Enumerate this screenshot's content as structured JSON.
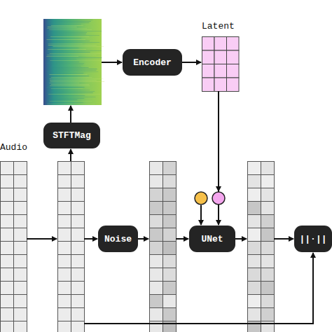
{
  "diagram": {
    "nodes": [
      {
        "text": [
          "Encoder"
        ]
      },
      {
        "text": [
          "Latent"
        ]
      },
      {
        "text": [
          "STFTMag"
        ]
      },
      {
        "text": [
          "Audio"
        ]
      },
      {
        "text": [
          "Noise"
        ]
      },
      {
        "text": [
          "UNet"
        ]
      },
      {
        "text": [
          "||·||"
        ]
      }
    ],
    "edges": [
      {
        "from": 0,
        "to": 1,
        "arrow": "to"
      },
      {
        "from": 1,
        "to": 5,
        "arrow": "to"
      }
    ]
  }
}
